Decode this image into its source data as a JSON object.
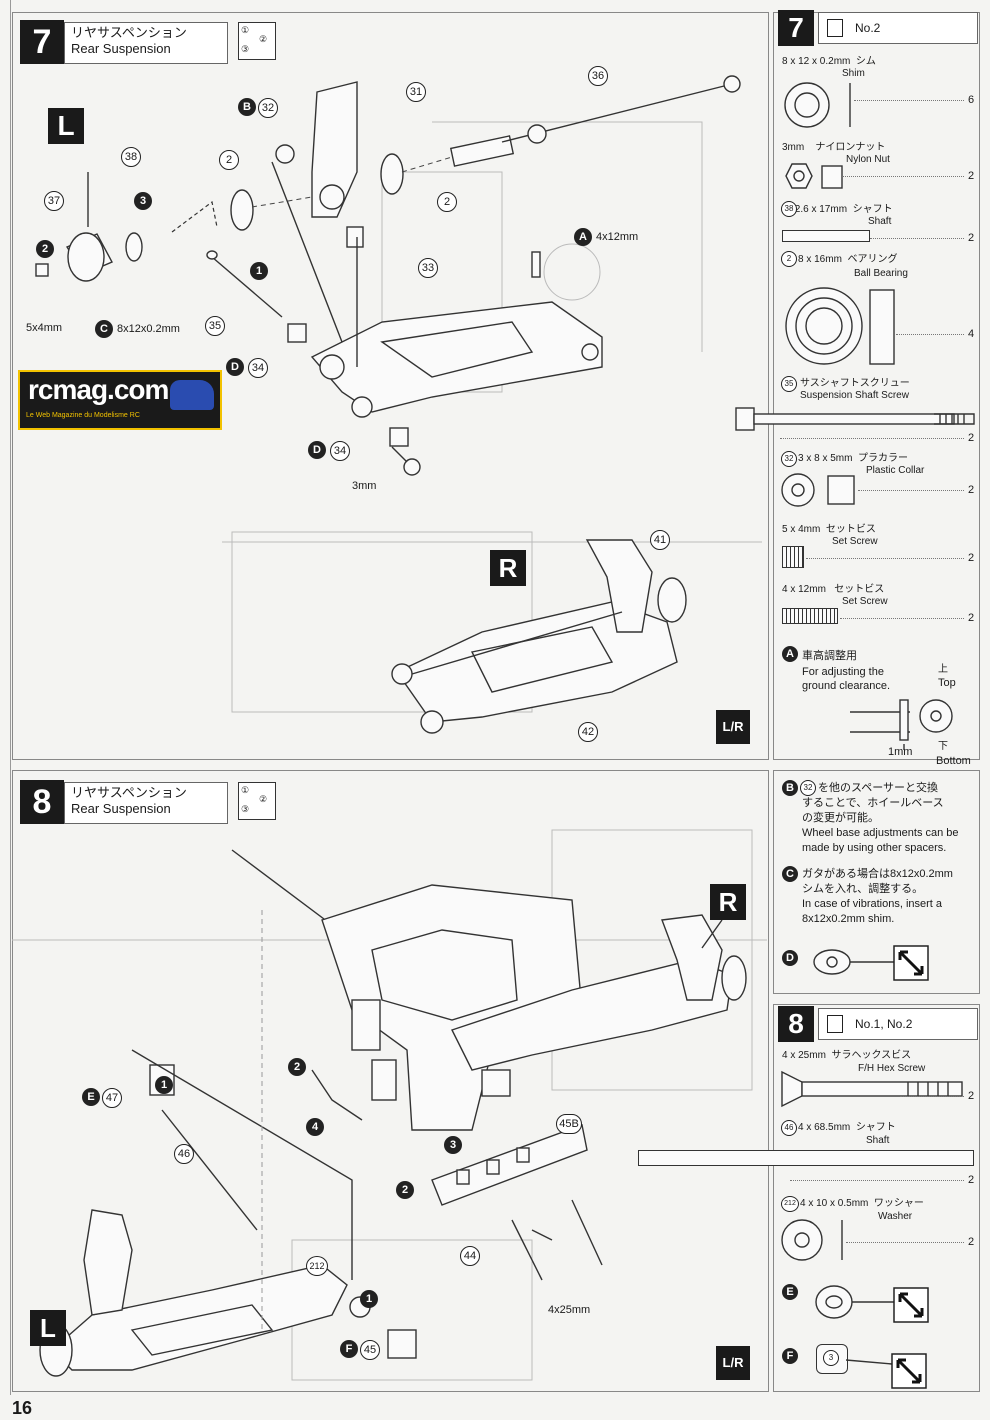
{
  "page_number": "16",
  "logo": {
    "text": "rcmag.com",
    "subtitle": "Le Web Magazine du Modelisme RC"
  },
  "order_icon": {
    "n1": "①",
    "n2": "②",
    "n3": "③"
  },
  "step7": {
    "number": "7",
    "title_jp": "リヤサスペンション",
    "title_en": "Rear Suspension",
    "side_main": "L",
    "side_second": "R",
    "lr_badge": "L/R",
    "callouts": {
      "c32": "32",
      "c31": "31",
      "c36": "36",
      "c38": "38",
      "c37": "37",
      "c2a": "2",
      "c2b": "2",
      "c33": "33",
      "c35": "35",
      "c34a": "34",
      "c34b": "34",
      "c41": "41",
      "c42": "42",
      "n3": "3",
      "n2": "2",
      "n1": "1",
      "lA": "A",
      "lB": "B",
      "lC": "C",
      "lD1": "D",
      "lD2": "D"
    },
    "labels": {
      "a_size": "4x12mm",
      "c_size": "8x12x0.2mm",
      "set_screw": "5x4mm",
      "nut": "3mm"
    }
  },
  "step8": {
    "number": "8",
    "title_jp": "リヤサスペンション",
    "title_en": "Rear Suspension",
    "side_R": "R",
    "side_L": "L",
    "lr_badge": "L/R",
    "callouts": {
      "n2a": "2",
      "n4": "4",
      "n3": "3",
      "n2b": "2",
      "n1a": "1",
      "n1b": "1",
      "c47": "47",
      "c46": "46",
      "c45b": "45B",
      "c44": "44",
      "c212": "212",
      "c45": "45",
      "lE": "E",
      "lF": "F"
    },
    "labels": {
      "screw": "4x25mm"
    }
  },
  "parts7": {
    "number": "7",
    "bag": "No.2",
    "items": [
      {
        "spec": "8 x 12 x 0.2mm",
        "jp": "シム",
        "en": "Shim",
        "qty": "6"
      },
      {
        "spec": "3mm",
        "jp": "ナイロンナット",
        "en": "Nylon Nut",
        "qty": "2"
      },
      {
        "ref": "38",
        "spec": "2.6 x 17mm",
        "jp": "シャフト",
        "en": "Shaft",
        "qty": "2"
      },
      {
        "ref": "2",
        "spec": "8 x 16mm",
        "jp": "ベアリング",
        "en": "Ball Bearing",
        "qty": "4"
      },
      {
        "ref": "35",
        "jp": "サスシャフトスクリュー",
        "en": "Suspension Shaft Screw",
        "qty": "2"
      },
      {
        "ref": "32",
        "spec": "3 x 8 x 5mm",
        "jp": "プラカラー",
        "en": "Plastic Collar",
        "qty": "2"
      },
      {
        "spec": "5 x 4mm",
        "jp": "セットビス",
        "en": "Set Screw",
        "qty": "2"
      },
      {
        "spec": "4 x 12mm",
        "jp": "セットビス",
        "en": "Set Screw",
        "qty": "2"
      }
    ],
    "noteA": {
      "label": "A",
      "jp": "車高調整用",
      "en1": "For adjusting the",
      "en2": "ground clearance.",
      "top_jp": "上",
      "top_en": "Top",
      "bottom_jp": "下",
      "bottom_en": "Bottom",
      "dim": "1mm"
    },
    "noteB": {
      "label": "B",
      "ref": "32",
      "jp1": "を他のスペーサーと交換",
      "jp2": "することで、ホイールベース",
      "jp3": "の変更が可能。",
      "en1": "Wheel base adjustments can be",
      "en2": "made by using other spacers."
    },
    "noteC": {
      "label": "C",
      "jp1": "ガタがある場合は8x12x0.2mm",
      "jp2": "シムを入れ、調整する。",
      "en1": "In case of vibrations, insert a",
      "en2": "8x12x0.2mm shim."
    },
    "noteD": {
      "label": "D"
    }
  },
  "parts8": {
    "number": "8",
    "bag": "No.1, No.2",
    "items": [
      {
        "spec": "4 x 25mm",
        "jp": "サラヘックスビス",
        "en": "F/H Hex Screw",
        "qty": "2"
      },
      {
        "ref": "46",
        "spec": "4 x 68.5mm",
        "jp": "シャフト",
        "en": "Shaft",
        "qty": "2"
      },
      {
        "ref": "212",
        "spec": "4 x 10 x 0.5mm",
        "jp": "ワッシャー",
        "en": "Washer",
        "qty": "2"
      }
    ],
    "noteE": {
      "label": "E"
    },
    "noteF": {
      "label": "F",
      "ref": "3"
    }
  }
}
